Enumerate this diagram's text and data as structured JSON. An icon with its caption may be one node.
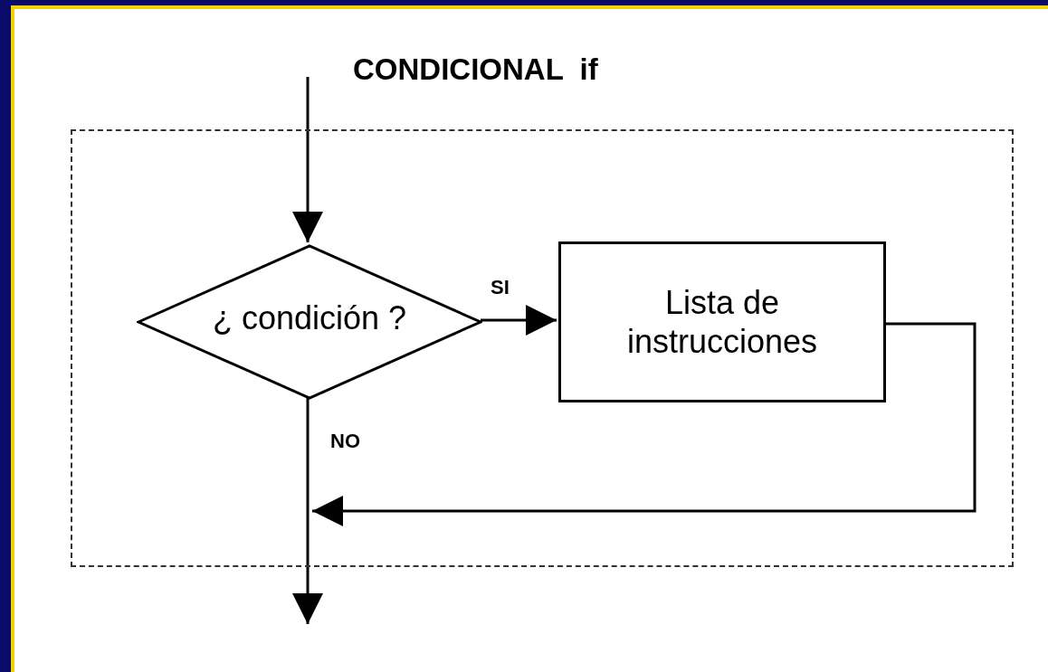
{
  "diagram": {
    "title": "CONDICIONAL  if",
    "nodes": [
      {
        "text": [],
        "shape": "box"
      },
      {
        "text": [
          "¿ condición ?"
        ],
        "in": 0
      },
      {
        "text": [
          "Lista de instrucciones"
        ],
        "in": 0
      }
    ],
    "edges": [
      {
        "from": null,
        "to": 1,
        "arrow": "to"
      },
      {
        "from": 1,
        "to": 2,
        "arrow": "to",
        "label": "SI"
      },
      {
        "from": 1,
        "to": null,
        "arrow": "to",
        "label": "NO"
      },
      {
        "from": 2,
        "to": null,
        "arrow": "to"
      }
    ]
  }
}
